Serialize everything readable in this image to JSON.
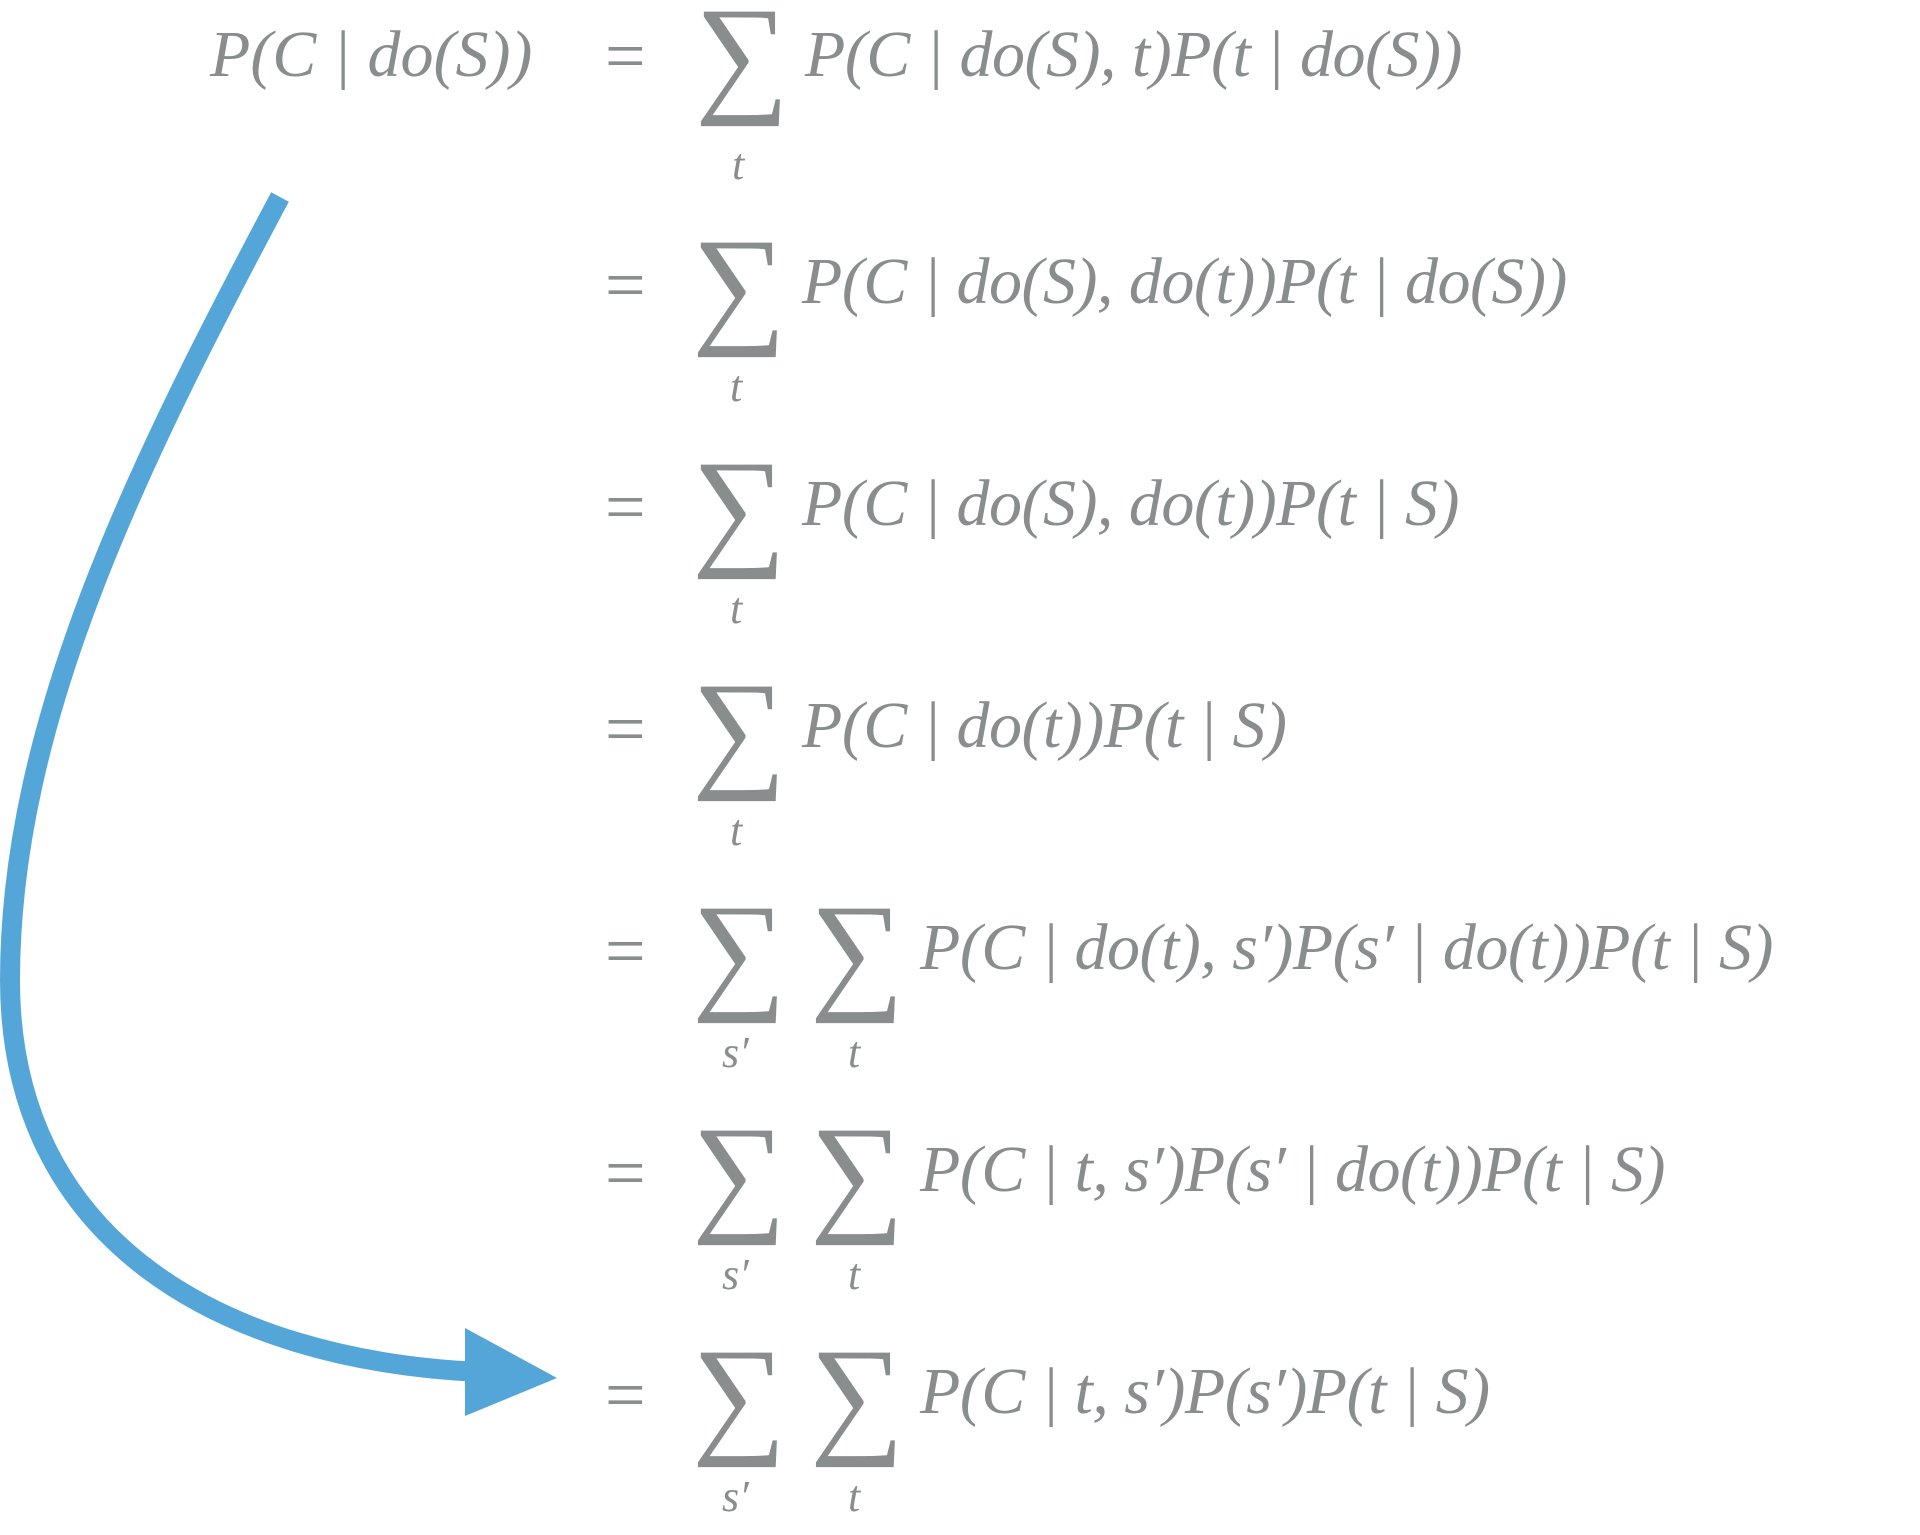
{
  "figure": {
    "type": "equation-derivation",
    "text_color": "#8a8d8e",
    "arrow_color": "#55a6d8",
    "lhs": "P(C | do(S))",
    "equals": "=",
    "sum_symbol": "∑",
    "lines": [
      {
        "sums": [
          "t"
        ],
        "expr": "P(C | do(S), t)P(t | do(S))"
      },
      {
        "sums": [
          "t"
        ],
        "expr": "P(C | do(S), do(t))P(t | do(S))"
      },
      {
        "sums": [
          "t"
        ],
        "expr": "P(C | do(S), do(t))P(t | S)"
      },
      {
        "sums": [
          "t"
        ],
        "expr": "P(C | do(t))P(t | S)"
      },
      {
        "sums": [
          "s′",
          "t"
        ],
        "expr": "P(C | do(t), s′)P(s′ | do(t))P(t | S)"
      },
      {
        "sums": [
          "s′",
          "t"
        ],
        "expr": "P(C | t, s′)P(s′ | do(t))P(t | S)"
      },
      {
        "sums": [
          "s′",
          "t"
        ],
        "expr": "P(C | t, s′)P(s′)P(t | S)"
      }
    ],
    "arrow": {
      "from": "lhs P(C | do(S))",
      "to": "final line",
      "description": "curved arrow linking left-hand side to final result"
    }
  }
}
